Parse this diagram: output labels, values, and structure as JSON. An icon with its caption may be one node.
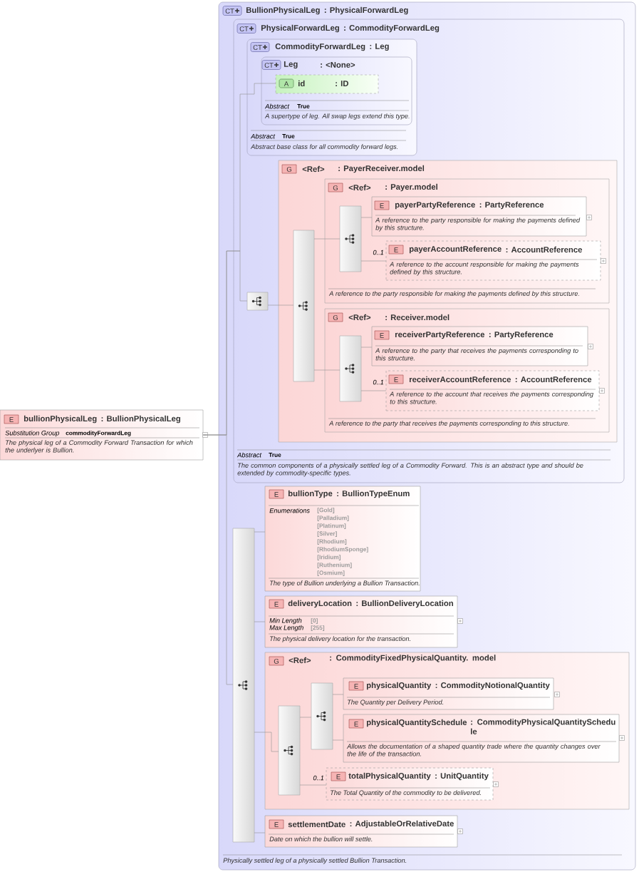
{
  "diagram": {
    "nodes": [
      {
        "text": [
          "CT",
          "BullionPhysicalLeg",
          ": PhysicalForwardLeg",
          "Physically settled leg of a physically settled Bullion Transaction."
        ]
      },
      {
        "text": [
          "CT",
          "PhysicalForwardLeg",
          ": CommodityForwardLeg",
          "Abstract",
          "True",
          "The common components of a physically settled leg of a Commodity Forward. This is an abstract type and should be extended by commodity-specific types."
        ],
        "in": 0
      },
      {
        "text": [
          "CT",
          "CommodityForwardLeg",
          ": Leg",
          "Abstract",
          "True",
          "Abstract base class for all commodity forward legs."
        ],
        "in": 1
      },
      {
        "text": [
          "CT",
          "Leg",
          ": <None>",
          "Abstract",
          "True",
          "A supertype of leg. All swap legs extend this type."
        ],
        "in": 2
      },
      {
        "text": [
          "A",
          "id",
          ": ID"
        ],
        "in": 3
      },
      {
        "text": [],
        "shape": "box",
        "in": 1
      },
      {
        "text": [
          "G",
          "<Ref>",
          ": PayerReceiver.model"
        ],
        "in": 1
      },
      {
        "text": [],
        "shape": "box",
        "in": 6
      },
      {
        "text": [
          "G",
          "<Ref>",
          ": Payer.model",
          "A reference to the party responsible for making the payments defined by this structure."
        ],
        "in": 6
      },
      {
        "text": [],
        "shape": "box",
        "in": 8
      },
      {
        "text": [
          "E",
          "payerPartyReference",
          ": PartyReference",
          "A reference to the party responsible for making the payments defined by this structure."
        ],
        "in": 8
      },
      {
        "text": [
          "E",
          "payerAccountReference",
          ": AccountReference",
          "A reference to the account responsible for making the payments defined by this structure."
        ],
        "in": 8,
        "beside": [
          "0..1"
        ]
      },
      {
        "text": [
          "G",
          "<Ref>",
          ": Receiver.model",
          "A reference to the party that receives the payments corresponding to this structure."
        ],
        "in": 6
      },
      {
        "text": [],
        "shape": "box",
        "in": 12
      },
      {
        "text": [
          "E",
          "receiverPartyReference",
          ": PartyReference",
          "A reference to the party that receives the payments corresponding to this structure."
        ],
        "in": 12
      },
      {
        "text": [
          "E",
          "receiverAccountReference",
          ": AccountReference",
          "A reference to the account that receives the payments corresponding to this structure."
        ],
        "in": 12,
        "beside": [
          "0..1"
        ]
      },
      {
        "text": [
          "E",
          "bullionPhysicalLeg",
          ": BullionPhysicalLeg",
          "Substitution Group",
          "commodityForwardLeg",
          "The physical leg of a Commodity Forward Transaction for which the underlyer is Bullion."
        ]
      },
      {
        "text": [],
        "shape": "box",
        "in": 0
      },
      {
        "text": [
          "E",
          "bullionType",
          ": BullionTypeEnum",
          "Enumerations",
          "[Gold]",
          "[Palladium]",
          "[Platinum]",
          "[Silver]",
          "[Rhodium]",
          "[RhodiumSponge]",
          "[Iridium]",
          "[Ruthenium]",
          "[Osmium]",
          "The type of Bullion underlying a Bullion Transaction."
        ],
        "in": 0
      },
      {
        "text": [
          "E",
          "deliveryLocation",
          ": BullionDeliveryLocation",
          "Min Length",
          "[0]",
          "Max Length",
          "[255]",
          "The physical delivery location for the transaction."
        ],
        "in": 0
      },
      {
        "text": [
          "G",
          "<Ref>",
          ": CommodityFixedPhysicalQuantity. model"
        ],
        "in": 0
      },
      {
        "text": [],
        "shape": "box",
        "in": 20
      },
      {
        "text": [],
        "shape": "box",
        "in": 20
      },
      {
        "text": [
          "E",
          "physicalQuantity",
          ": CommodityNotionalQuantity",
          "The Quantity per Delivery Period."
        ],
        "in": 20
      },
      {
        "text": [
          "E",
          "physicalQuantitySchedule",
          ": CommodityPhysicalQuantitySchedu le",
          "Allows the documentation of a shaped quantity trade where the quantity changes over the life of the transaction."
        ],
        "in": 20
      },
      {
        "text": [
          "E",
          "totalPhysicalQuantity",
          ": UnitQuantity",
          "The Total Quantity of the commodity to be delivered."
        ],
        "in": 20,
        "beside": [
          "0..1"
        ]
      },
      {
        "text": [
          "E",
          "settlementDate",
          ": AdjustableOrRelativeDate",
          "Date on which the bullion will settle."
        ],
        "in": 0
      }
    ],
    "edges": [
      {
        "from": 16,
        "to": 4,
        "arrow": "none"
      },
      {
        "from": 16,
        "to": 5,
        "arrow": "none"
      },
      {
        "from": 16,
        "to": 17,
        "arrow": "none"
      },
      {
        "from": 5,
        "to": 7,
        "arrow": "none"
      },
      {
        "from": 7,
        "to": 9,
        "arrow": "none"
      },
      {
        "from": 7,
        "to": 13,
        "arrow": "none"
      },
      {
        "from": 9,
        "to": 10,
        "arrow": "none"
      },
      {
        "from": 9,
        "to": 11,
        "arrow": "none"
      },
      {
        "from": 13,
        "to": 14,
        "arrow": "none"
      },
      {
        "from": 13,
        "to": 15,
        "arrow": "none"
      },
      {
        "from": 17,
        "to": 18,
        "arrow": "none"
      },
      {
        "from": 17,
        "to": 19,
        "arrow": "none"
      },
      {
        "from": 17,
        "to": 21,
        "arrow": "none"
      },
      {
        "from": 17,
        "to": 26,
        "arrow": "none"
      },
      {
        "from": 21,
        "to": 22,
        "arrow": "none"
      },
      {
        "from": 21,
        "to": 25,
        "arrow": "none"
      },
      {
        "from": 22,
        "to": 23,
        "arrow": "none"
      },
      {
        "from": 22,
        "to": 24,
        "arrow": "none"
      }
    ]
  }
}
